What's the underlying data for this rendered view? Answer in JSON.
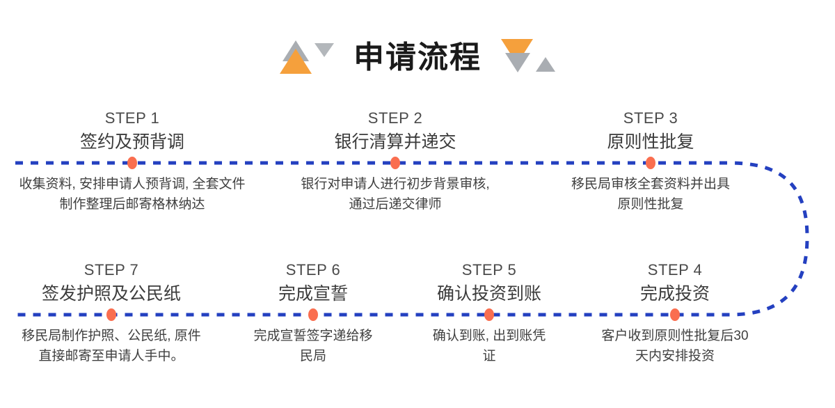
{
  "header": {
    "title": "申请流程",
    "decor_left": [
      "triangle-up-gray",
      "triangle-up-orange",
      "triangle-down-gray"
    ],
    "decor_right": [
      "triangle-down-orange",
      "triangle-down-gray",
      "triangle-up-gray"
    ]
  },
  "colors": {
    "track": "#2440c0",
    "node": "#fa6e4f",
    "accent_orange": "#f5a03c",
    "accent_gray": "#a9adb2",
    "title": "#1a1a1a",
    "text": "#3f3f3f"
  },
  "steps": [
    {
      "label": "STEP 1",
      "title": "签约及预背调",
      "desc": "收集资料, 安排申请人预背调, 全套文件制作整理后邮寄格林纳达"
    },
    {
      "label": "STEP 2",
      "title": "银行清算并递交",
      "desc": "银行对申请人进行初步背景审核, 通过后递交律师"
    },
    {
      "label": "STEP 3",
      "title": "原则性批复",
      "desc": "移民局审核全套资料并出具原则性批复"
    },
    {
      "label": "STEP 4",
      "title": "完成投资",
      "desc": "客户收到原则性批复后30天内安排投资"
    },
    {
      "label": "STEP 5",
      "title": "确认投资到账",
      "desc": "确认到账, 出到账凭证"
    },
    {
      "label": "STEP 6",
      "title": "完成宣誓",
      "desc": "完成宣誓签字递给移民局"
    },
    {
      "label": "STEP 7",
      "title": "签发护照及公民纸",
      "desc": "移民局制作护照、公民纸, 原件直接邮寄至申请人手中。"
    }
  ]
}
